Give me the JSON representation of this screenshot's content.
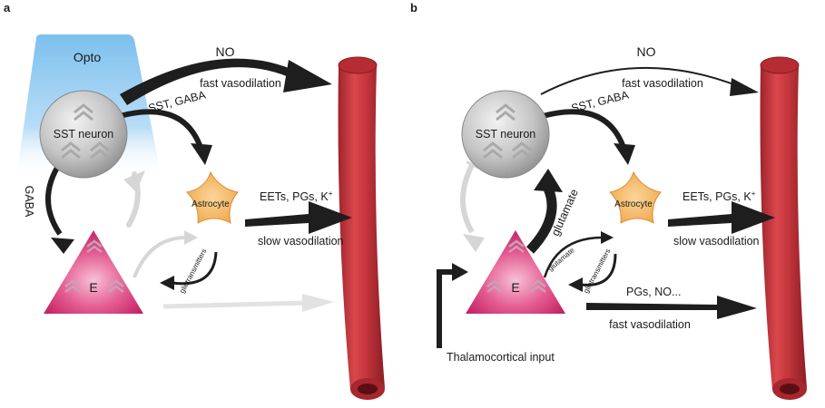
{
  "panels": [
    {
      "letter": "a",
      "opto_label": "Opto",
      "sst_label": "SST neuron",
      "astro_label": "Astrocyte",
      "e_label": "E",
      "no_label": "NO",
      "fast_vaso_label": "fast vasodilation",
      "sst_gaba_label": "SST, GABA",
      "gaba_label": "GABA",
      "eets_label": "EETs, PGs, K",
      "eets_sup": "+",
      "slow_vaso_label": "slow vasodilation",
      "gliotrans_label": "gliotransmitters"
    },
    {
      "letter": "b",
      "sst_label": "SST neuron",
      "astro_label": "Astrocyte",
      "e_label": "E",
      "no_label": "NO",
      "fast_vaso_label": "fast vasodilation",
      "sst_gaba_label": "SST, GABA",
      "glutamate_label": "glutamate",
      "glutamate_small_label": "glutamate",
      "eets_label": "EETs, PGs, K",
      "eets_sup": "+",
      "slow_vaso_label": "slow vasodilation",
      "gliotrans_label": "gliotransmitters",
      "pgs_no_label": "PGs, NO...",
      "fast_vaso2_label": "fast vasodilation",
      "thalamo_label": "Thalamocortical input"
    }
  ],
  "colors": {
    "vessel": "#c0343a",
    "vessel_dark": "#8e1f25",
    "opto_blue": "#7fc1ee",
    "sst_gray": "#bdbdbd",
    "astro_orange": "#f5b860",
    "e_pink": "#d6336e",
    "arrow_dark": "#1e1e1e",
    "arrow_faded": "#d6d6d6"
  }
}
